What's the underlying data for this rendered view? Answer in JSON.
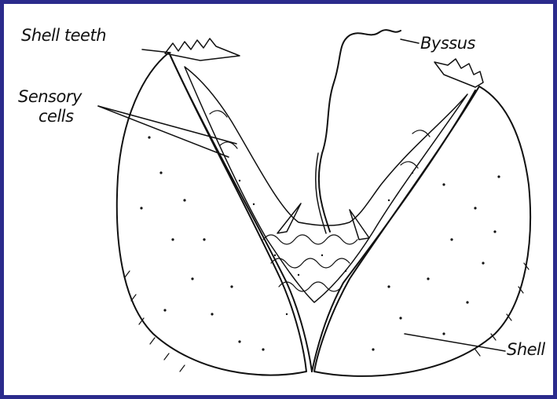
{
  "labels": {
    "shell_teeth": "Shell teeth",
    "sensory_line1": "Sensory",
    "sensory_line2": "cells",
    "byssus": "Byssus",
    "shell": "Shell"
  },
  "colors": {
    "frame": "#2b2b8c",
    "ink": "#111111",
    "background": "#ffffff"
  }
}
